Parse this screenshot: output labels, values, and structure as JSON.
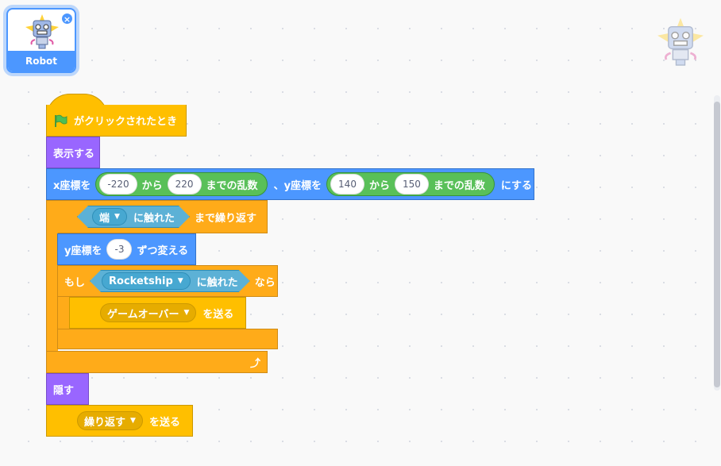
{
  "sprite": {
    "name": "Robot",
    "close": "×",
    "icon": "robot-icon"
  },
  "blocks": {
    "when_flag": "がクリックされたとき",
    "show": "表示する",
    "goto_label_x": "x座標を",
    "rand1_from": "-220",
    "rand1_kara": "から",
    "rand1_to": "220",
    "rand1_suffix": "までの乱数",
    "goto_label_y": "、y座標を",
    "rand2_from": "140",
    "rand2_kara": "から",
    "rand2_to": "150",
    "rand2_suffix": "までの乱数",
    "goto_end": "にする",
    "repeat_touch_target": "端",
    "repeat_touch_suffix": "に触れた",
    "repeat_until_suffix": "まで繰り返す",
    "change_y_label": "y座標を",
    "change_y_value": "-3",
    "change_y_suffix": "ずつ変える",
    "if_label": "もし",
    "if_touch_target": "Rocketship",
    "if_touch_suffix": "に触れた",
    "if_then": "なら",
    "broadcast1_msg": "ゲームオーバー",
    "broadcast1_suffix": "を送る",
    "loop_arrow": "⤴",
    "hide": "隠す",
    "broadcast2_msg": "繰り返す",
    "broadcast2_suffix": "を送る"
  },
  "colors": {
    "events": "#ffbf00",
    "looks": "#9966ff",
    "motion": "#4c97ff",
    "control": "#ffab19",
    "operators": "#59c059",
    "sensing": "#5cb1d6",
    "flag": "#4cbf56"
  }
}
